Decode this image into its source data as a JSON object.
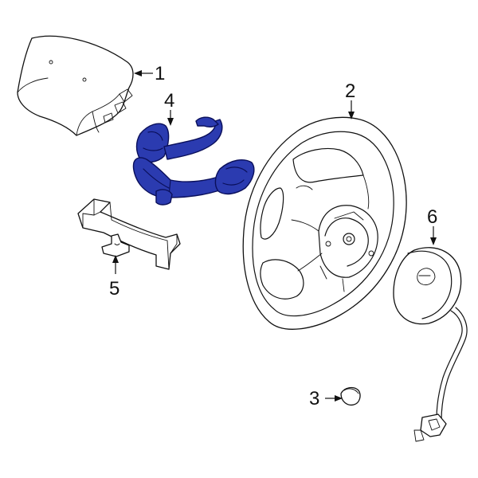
{
  "callouts": [
    {
      "id": "1",
      "label": "1"
    },
    {
      "id": "2",
      "label": "2"
    },
    {
      "id": "3",
      "label": "3"
    },
    {
      "id": "4",
      "label": "4"
    },
    {
      "id": "5",
      "label": "5"
    },
    {
      "id": "6",
      "label": "6"
    }
  ],
  "colors": {
    "highlight_fill": "#2b3bb0",
    "line": "#111111",
    "background": "#ffffff"
  }
}
